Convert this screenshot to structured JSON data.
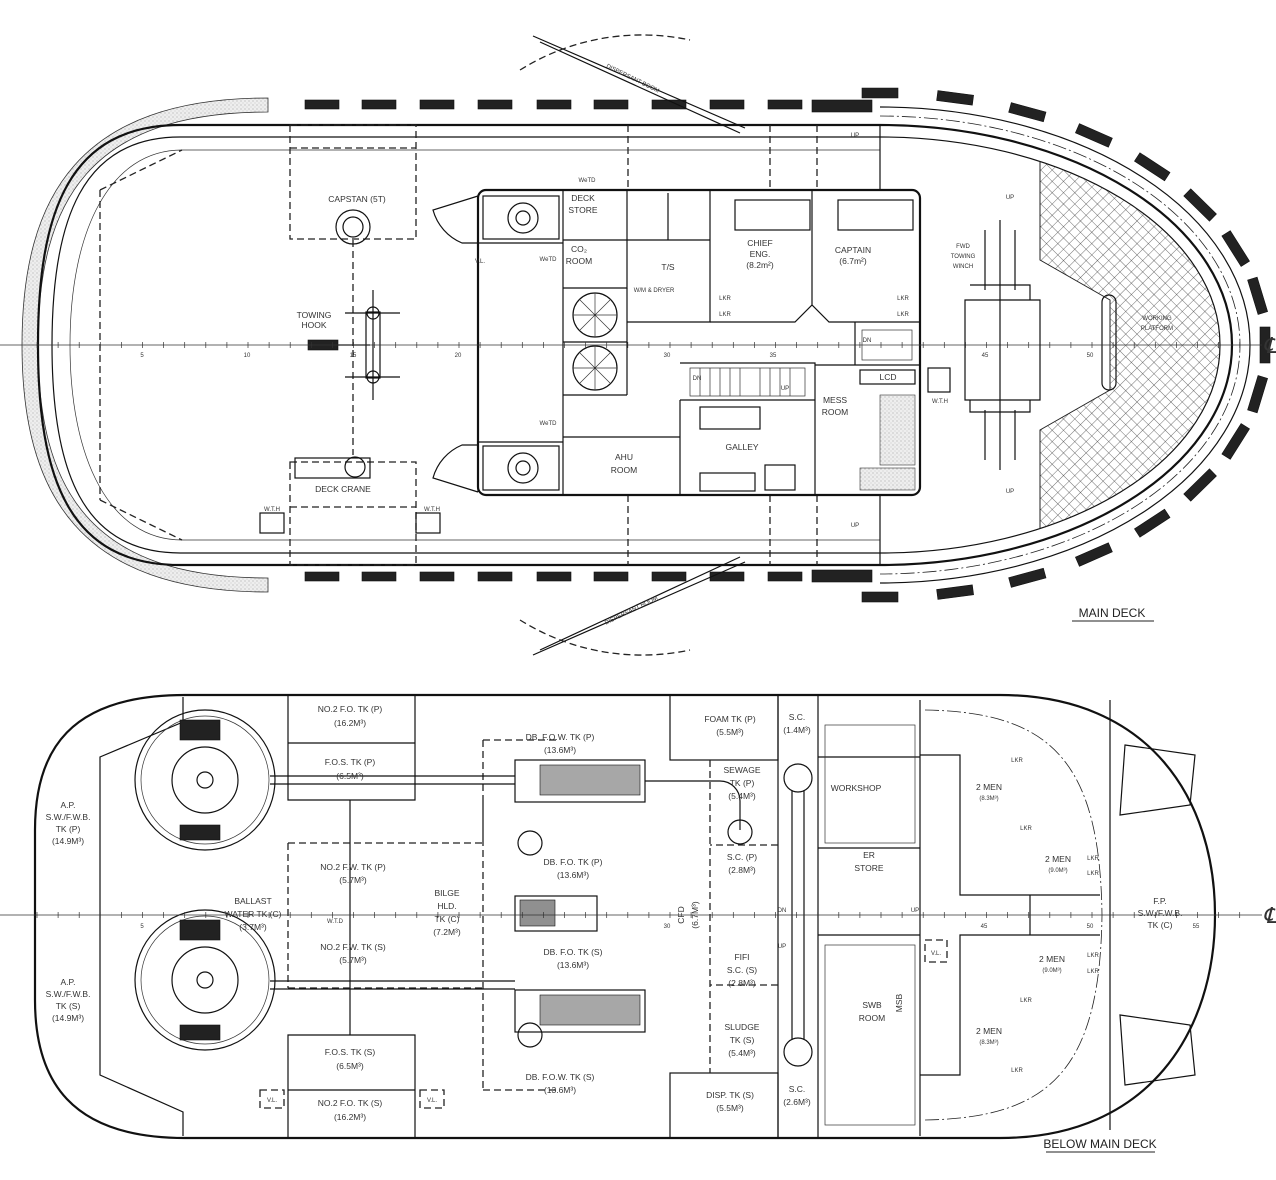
{
  "main_deck": {
    "title": "MAIN DECK",
    "dispersant_boom": [
      "DISPERSANT BOOM",
      "DISPERSANT BOOM"
    ],
    "capstan": "CAPSTAN (5T)",
    "towing_hook": [
      "TOWING",
      "HOOK"
    ],
    "deck_crane": "DECK CRANE",
    "wth": [
      "W.T.H",
      "W.T.H",
      "W.T.H"
    ],
    "vl": "V.L.",
    "wetd": [
      "WeTD",
      "WeTD",
      "WeTD"
    ],
    "deck_store": [
      "DECK",
      "STORE"
    ],
    "co2_room": [
      "CO₂",
      "ROOM"
    ],
    "ts": "T/S",
    "wm_dryer": "W/M & DRYER",
    "chief_eng": [
      "CHIEF",
      "ENG.",
      "(8.2m²)"
    ],
    "captain": [
      "CAPTAIN",
      "(6.7m²)"
    ],
    "lkr": [
      "LKR",
      "LKR",
      "LKR",
      "LKR"
    ],
    "dn": [
      "DN",
      "DN"
    ],
    "up": [
      "UP",
      "UP",
      "UP",
      "UP",
      "UP"
    ],
    "lcd": "LCD",
    "mess_room": [
      "MESS",
      "ROOM"
    ],
    "galley": "GALLEY",
    "ahu_room": [
      "AHU",
      "ROOM"
    ],
    "fwd_towing_winch": [
      "FWD",
      "TOWING",
      "WINCH"
    ],
    "working_platform": [
      "WORKING",
      "PLATFORM"
    ],
    "frames": [
      "5",
      "10",
      "15",
      "20",
      "30",
      "35",
      "45",
      "50"
    ]
  },
  "below_deck": {
    "title": "BELOW MAIN DECK",
    "ap_tk_p": [
      "A.P.",
      "S.W./F.W.B.",
      "TK (P)",
      "(14.9M³)"
    ],
    "ap_tk_s": [
      "A.P.",
      "S.W./F.W.B.",
      "TK (S)",
      "(14.9M³)"
    ],
    "no2_fo_tk_p": [
      "NO.2 F.O. TK (P)",
      "(16.2M³)"
    ],
    "fos_tk_p": [
      "F.O.S. TK (P)",
      "(6.5M³)"
    ],
    "ballast_water_tk": [
      "BALLAST",
      "WATER TK (C)",
      "(3.7M³)"
    ],
    "no2_fw_tk_p": [
      "NO.2 F.W. TK (P)",
      "(5.7M³)"
    ],
    "watd": "W.T.D",
    "no2_fw_tk_s": [
      "NO.2 F.W. TK (S)",
      "(5.7M³)"
    ],
    "bilge_hld_tk": [
      "BILGE",
      "HLD.",
      "TK (C)",
      "(7.2M³)"
    ],
    "fos_tk_s": [
      "F.O.S. TK (S)",
      "(6.5M³)"
    ],
    "no2_fo_tk_s": [
      "NO.2 F.O. TK (S)",
      "(16.2M³)"
    ],
    "vl": [
      "V.L.",
      "V.L.",
      "V.L."
    ],
    "db_fow_tk_p": [
      "DB. F.O.W. TK (P)",
      "(13.6M³)"
    ],
    "db_fo_tk_p": [
      "DB. F.O. TK (P)",
      "(13.6M³)"
    ],
    "db_fo_tk_s": [
      "DB. F.O. TK (S)",
      "(13.6M³)"
    ],
    "db_fow_tk_s": [
      "DB. F.O.W. TK (S)",
      "(13.6M³)"
    ],
    "cfd": [
      "CFD",
      "(6.7M³)"
    ],
    "foam_tk_p": [
      "FOAM TK (P)",
      "(5.5M³)"
    ],
    "sc_top": [
      "S.C.",
      "(1.4M³)"
    ],
    "sewage_tk_p": [
      "SEWAGE",
      "TK (P)",
      "(5.4M³)"
    ],
    "sc_p": [
      "S.C. (P)",
      "(2.8M³)"
    ],
    "fifi_sc_s": [
      "FIFI",
      "S.C. (S)",
      "(2.8M³)"
    ],
    "sludge_tk_s": [
      "SLUDGE",
      "TK (S)",
      "(5.4M³)"
    ],
    "disp_tk_s": [
      "DISP. TK (S)",
      "(5.5M³)"
    ],
    "sc_bottom": [
      "S.C.",
      "(2.6M³)"
    ],
    "workshop": "WORKSHOP",
    "er_store": [
      "ER",
      "STORE"
    ],
    "swb_room": [
      "SWB",
      "ROOM"
    ],
    "msb": "MSB",
    "dn": "DN",
    "up": [
      "UP",
      "UP"
    ],
    "cabins": [
      {
        "label": "2 MEN",
        "area": "(8.3M³)"
      },
      {
        "label": "2 MEN",
        "area": "(9.0M³)"
      },
      {
        "label": "2 MEN",
        "area": "(9.0M³)"
      },
      {
        "label": "2 MEN",
        "area": "(8.3M³)"
      }
    ],
    "lkr": [
      "LKR",
      "LKR",
      "LKR",
      "LKR",
      "LKR",
      "LKR",
      "LKR",
      "LKR"
    ],
    "fp_tk": [
      "F.P.",
      "S.W./F.W.B.",
      "TK (C)"
    ],
    "frames": [
      "5",
      "30",
      "45",
      "50",
      "55"
    ]
  }
}
